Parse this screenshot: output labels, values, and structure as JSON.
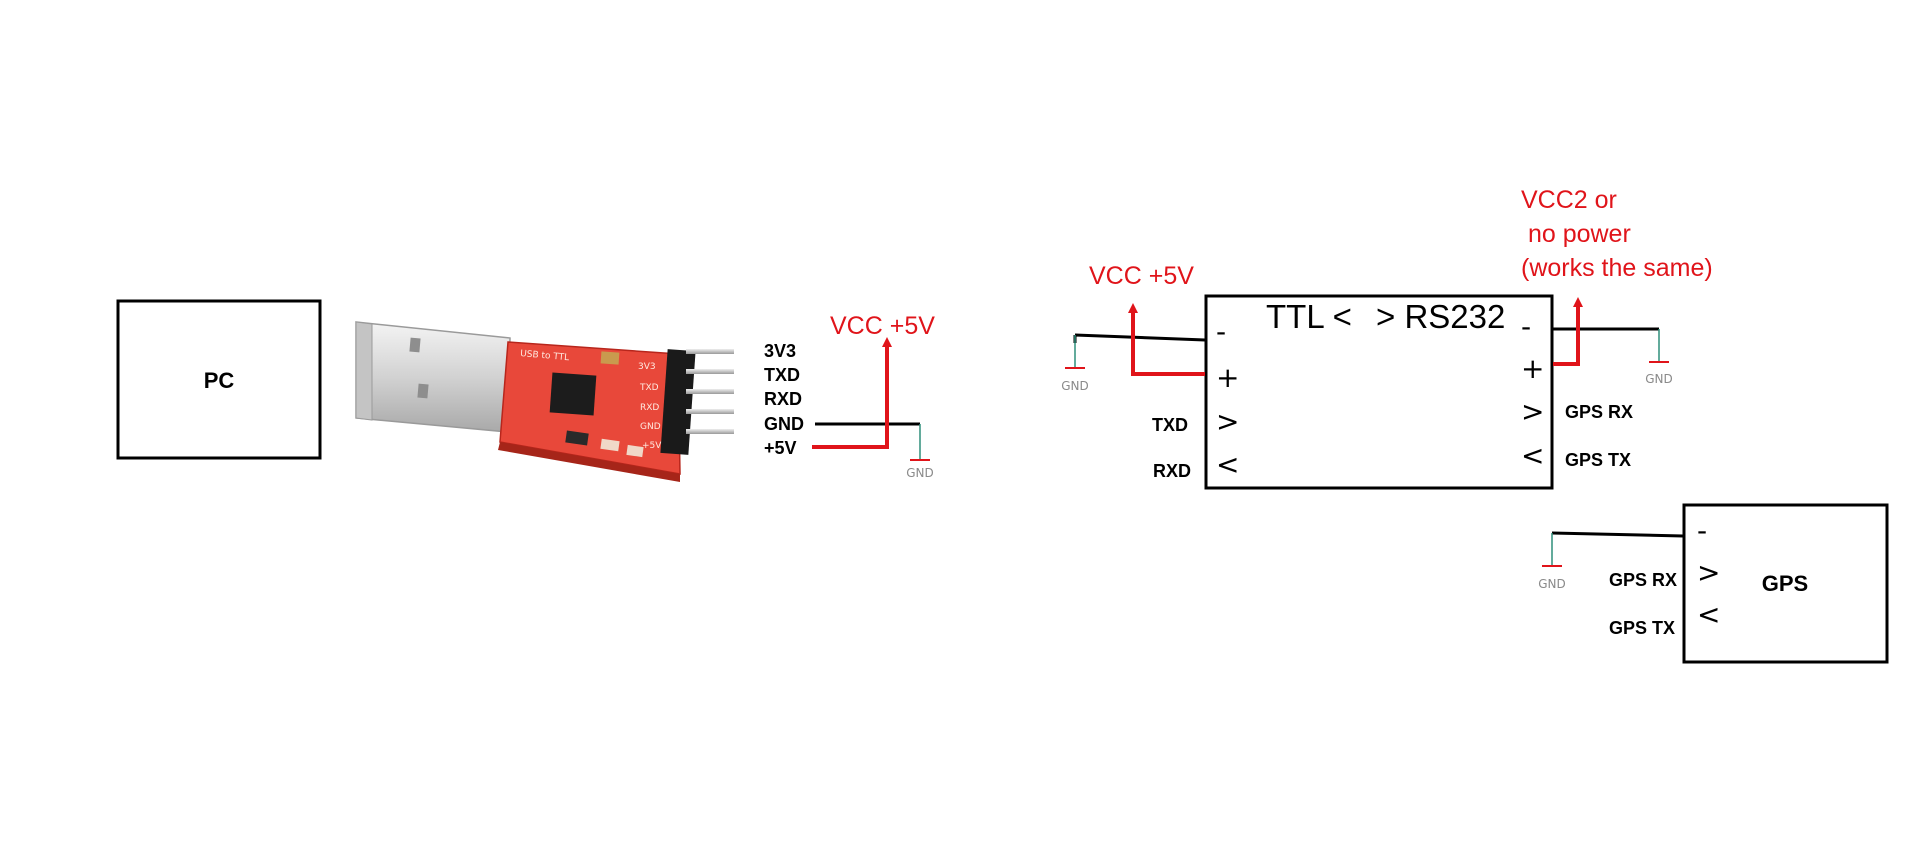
{
  "pc": {
    "label": "PC"
  },
  "usb_module": {
    "silkscreen": "USB to TTL",
    "pin_silk": [
      "3V3",
      "TXD",
      "RXD",
      "GND",
      "+5V"
    ],
    "pin_labels": [
      "3V3",
      "TXD",
      "RXD",
      "GND",
      "+5V"
    ]
  },
  "vcc_left": "VCC +5V",
  "gnd_label": "GND",
  "converter": {
    "title_left": "TTL <",
    "title_right": "> RS232",
    "left_syms": [
      "-",
      "+",
      ">",
      "<"
    ],
    "right_syms": [
      "-",
      "+",
      ">",
      "<"
    ],
    "left_pins": [
      "TXD",
      "RXD"
    ],
    "right_pins": [
      "GPS RX",
      "GPS TX"
    ],
    "vcc_label": "VCC +5V",
    "vcc2_lines": [
      "VCC2 or",
      " no power",
      "(works the same)"
    ]
  },
  "gps": {
    "label": "GPS",
    "syms": [
      "-",
      ">",
      "<"
    ],
    "pins": [
      "GPS RX",
      "GPS TX"
    ]
  }
}
